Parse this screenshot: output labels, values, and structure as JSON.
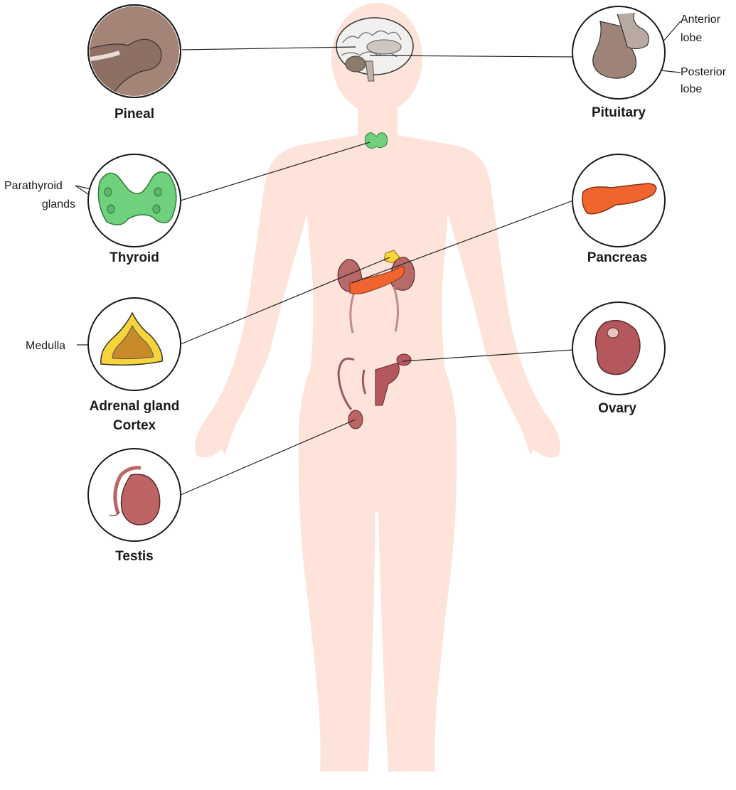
{
  "labels": {
    "pineal": "Pineal",
    "pituitary": "Pituitary",
    "anterior_lobe_1": "Anterior",
    "anterior_lobe_2": "lobe",
    "posterior_lobe_1": "Posterior",
    "posterior_lobe_2": "lobe",
    "thyroid": "Thyroid",
    "parathyroid_1": "Parathyroid",
    "parathyroid_2": "glands",
    "pancreas": "Pancreas",
    "medulla": "Medulla",
    "adrenal_1": "Adrenal gland",
    "adrenal_2": "Cortex",
    "ovary": "Ovary",
    "testis": "Testis"
  },
  "colors": {
    "body_silhouette": "#fde3d9",
    "thyroid": "#6fd07e",
    "pancreas": "#f0642f",
    "adrenal_cortex": "#f7d43a",
    "adrenal_medulla": "#c98a2a",
    "kidney": "#b86a6a",
    "ovary": "#b5585d",
    "testis": "#bd6565",
    "pineal": "#a58478",
    "pituitary": "#9e8378"
  }
}
